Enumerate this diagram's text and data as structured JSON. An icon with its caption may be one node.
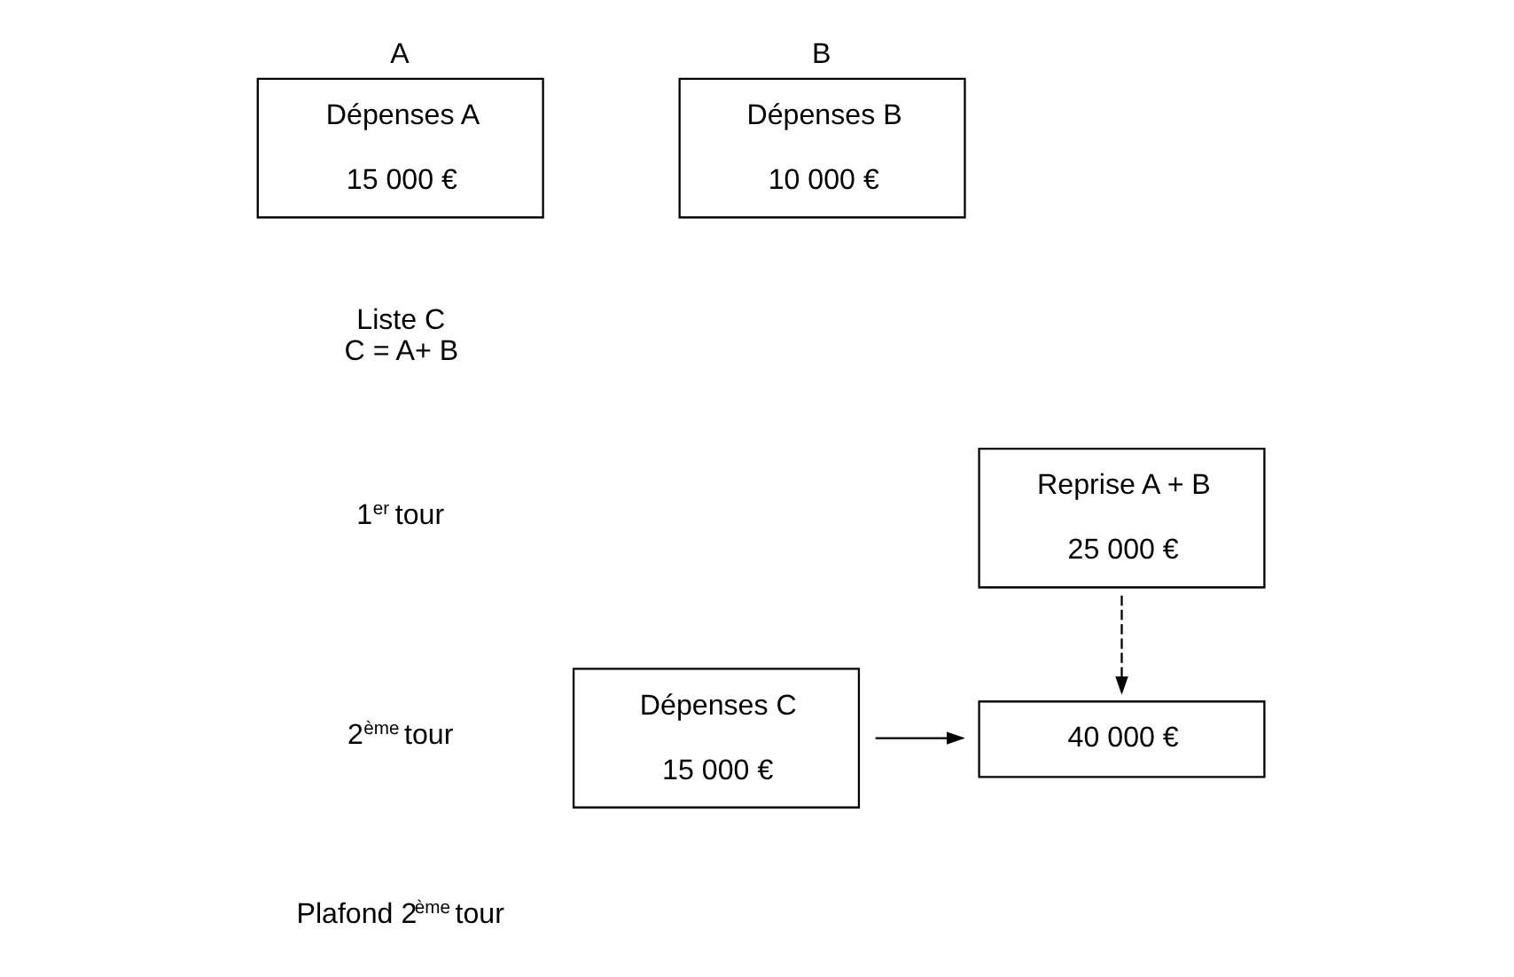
{
  "diagram": {
    "nodes": [
      {
        "text": [
          "A",
          "Dépenses A",
          "15 000 €"
        ]
      },
      {
        "text": [
          "B",
          "Dépenses B",
          "10 000 €"
        ]
      },
      {
        "text": [
          "Reprise A + B",
          "25 000 €"
        ]
      },
      {
        "text": [
          "Dépenses C",
          "15 000 €"
        ]
      },
      {
        "text": [
          "40 000 €"
        ]
      }
    ],
    "edges": [
      {
        "from": 2,
        "to": 4,
        "arrow": "to",
        "style": "dashed"
      },
      {
        "from": 3,
        "to": 4,
        "arrow": "to"
      }
    ],
    "labels": [
      "Liste C",
      "C = A+ B",
      "1$^{er}$ tour",
      "2$^{ème}$ tour",
      "Plafond 2$^{ème}$ tour"
    ]
  }
}
